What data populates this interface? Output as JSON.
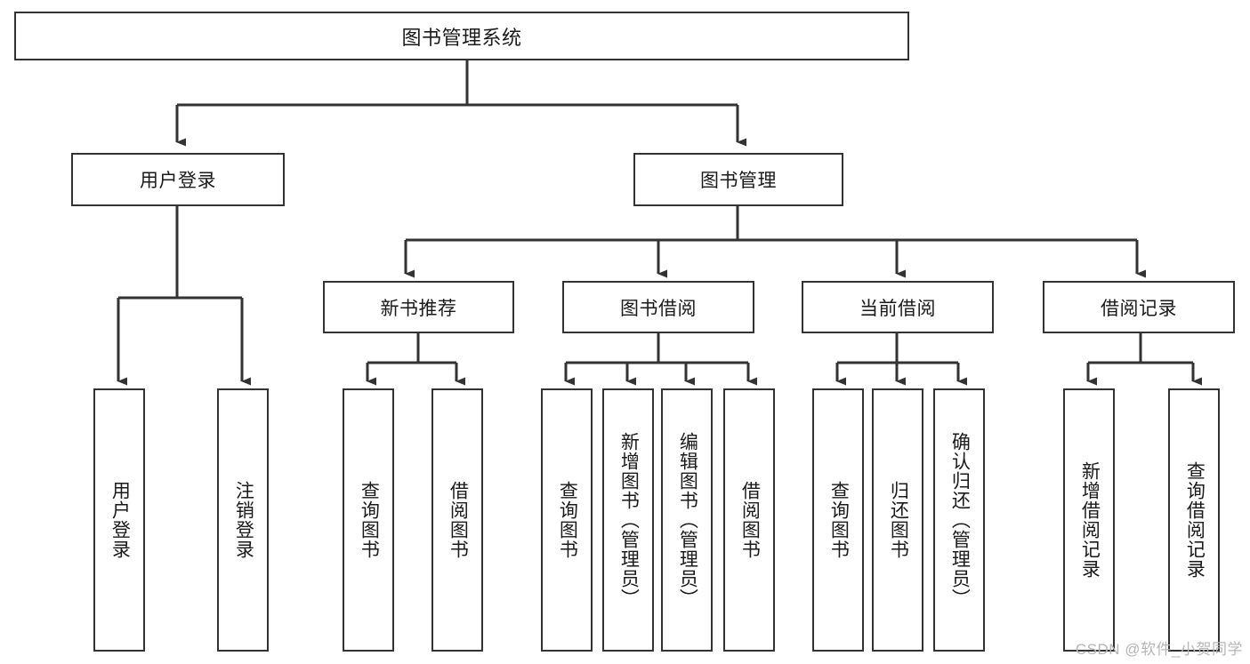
{
  "diagram": {
    "type": "hierarchy-tree",
    "root": {
      "label": "图书管理系统"
    },
    "level1": [
      {
        "label": "用户登录"
      },
      {
        "label": "图书管理"
      }
    ],
    "level2": [
      {
        "label": "新书推荐"
      },
      {
        "label": "图书借阅"
      },
      {
        "label": "当前借阅"
      },
      {
        "label": "借阅记录"
      }
    ],
    "leaves": {
      "user_login": [
        {
          "label": "用户登录"
        },
        {
          "label": "注销登录"
        }
      ],
      "new_book_recommend": [
        {
          "label": "查询图书"
        },
        {
          "label": "借阅图书"
        }
      ],
      "book_borrow": [
        {
          "label": "查询图书"
        },
        {
          "label": "新增图书（管理员）"
        },
        {
          "label": "编辑图书（管理员）"
        },
        {
          "label": "借阅图书"
        }
      ],
      "current_borrow": [
        {
          "label": "查询图书"
        },
        {
          "label": "归还图书"
        },
        {
          "label": "确认归还（管理员）"
        }
      ],
      "borrow_record": [
        {
          "label": "新增借阅记录"
        },
        {
          "label": "查询借阅记录"
        }
      ]
    }
  },
  "watermark": {
    "text": "CSDN @软件_小贺同学"
  },
  "colors": {
    "stroke": "#333333",
    "box_fill": "#ffffff",
    "text": "#1a1a1a",
    "watermark": "#b6b6b6"
  }
}
